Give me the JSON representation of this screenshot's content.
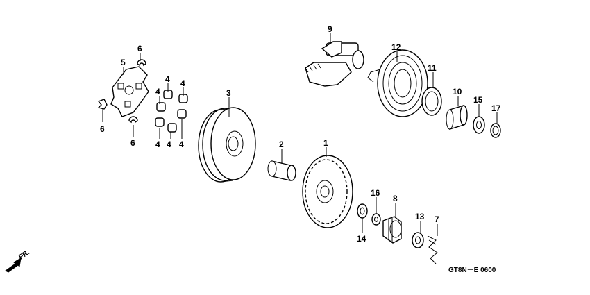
{
  "diagram": {
    "code": "GT8N－E 0600",
    "direction": "FR."
  },
  "callouts": [
    {
      "id": "c1",
      "label": "1"
    },
    {
      "id": "c2",
      "label": "2"
    },
    {
      "id": "c3",
      "label": "3"
    },
    {
      "id": "c4a",
      "label": "4"
    },
    {
      "id": "c4b",
      "label": "4"
    },
    {
      "id": "c4c",
      "label": "4"
    },
    {
      "id": "c4d",
      "label": "4"
    },
    {
      "id": "c4e",
      "label": "4"
    },
    {
      "id": "c4f",
      "label": "4"
    },
    {
      "id": "c5",
      "label": "5"
    },
    {
      "id": "c6a",
      "label": "6"
    },
    {
      "id": "c6b",
      "label": "6"
    },
    {
      "id": "c6c",
      "label": "6"
    },
    {
      "id": "c7",
      "label": "7"
    },
    {
      "id": "c8",
      "label": "8"
    },
    {
      "id": "c9",
      "label": "9"
    },
    {
      "id": "c10",
      "label": "10"
    },
    {
      "id": "c11",
      "label": "11"
    },
    {
      "id": "c12",
      "label": "12"
    },
    {
      "id": "c13",
      "label": "13"
    },
    {
      "id": "c14",
      "label": "14"
    },
    {
      "id": "c15",
      "label": "15"
    },
    {
      "id": "c16",
      "label": "16"
    },
    {
      "id": "c17",
      "label": "17"
    }
  ]
}
